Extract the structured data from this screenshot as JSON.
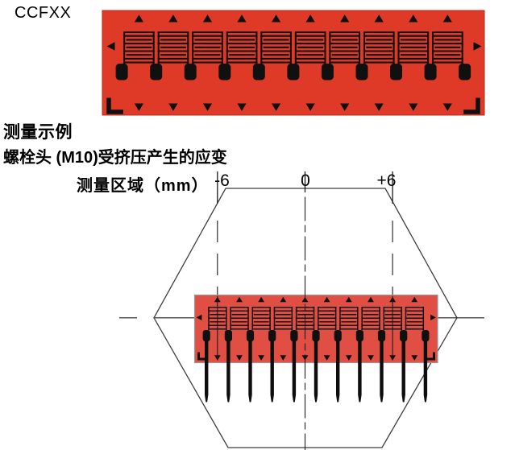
{
  "figure_top": {
    "label": "CCFXX",
    "gauge": {
      "color": "#df3a28",
      "border_color": "#b02c1c",
      "pattern_color": "#101010",
      "grid_count": 10,
      "tab_count": 11
    }
  },
  "example": {
    "title": "测量示例",
    "subtitle": "螺栓头 (M10)受挤压产生的应变",
    "axis_label": "测量区域（mm）",
    "ticks": [
      {
        "label": "-6"
      },
      {
        "label": "0"
      },
      {
        "label": "+6"
      }
    ],
    "bolt_outline_color": "#3d3d3d",
    "line_color": "#1c1c1c",
    "gauge": {
      "color": "#e14f44",
      "border_color": "#969696",
      "pattern_color": "#101010",
      "grid_count": 10,
      "tab_count": 11,
      "lead_count": 11
    }
  }
}
